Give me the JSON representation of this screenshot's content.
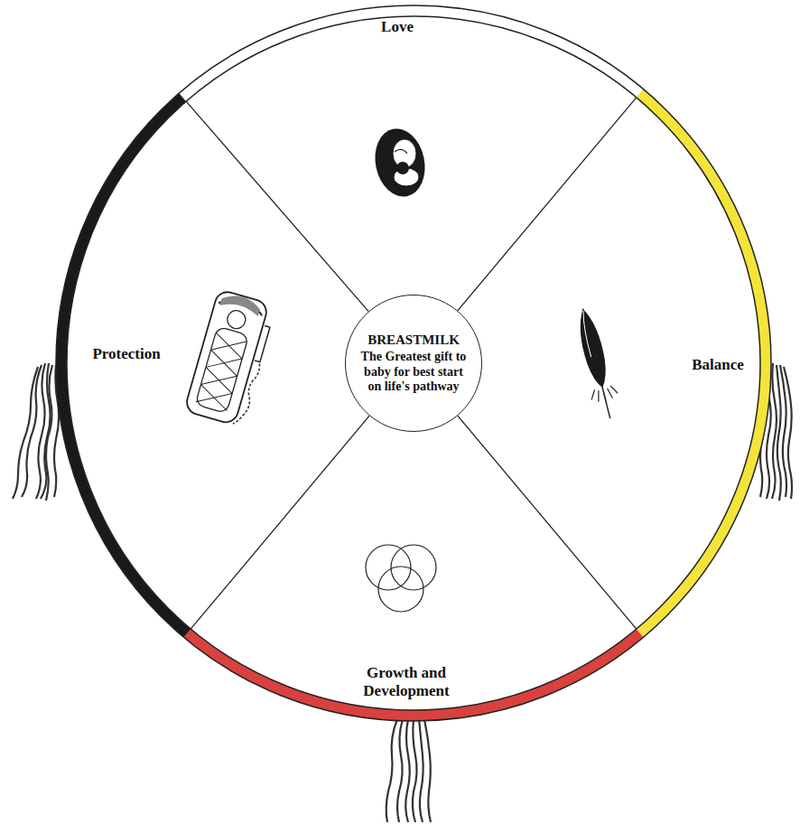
{
  "diagram": {
    "nodes": [
      {
        "text": [
          "BREASTMILK",
          "The Greatest gift to baby for best start on life's pathway"
        ]
      }
    ],
    "labels": [
      "Love",
      "Balance",
      "Growth and Development",
      "Protection"
    ]
  }
}
